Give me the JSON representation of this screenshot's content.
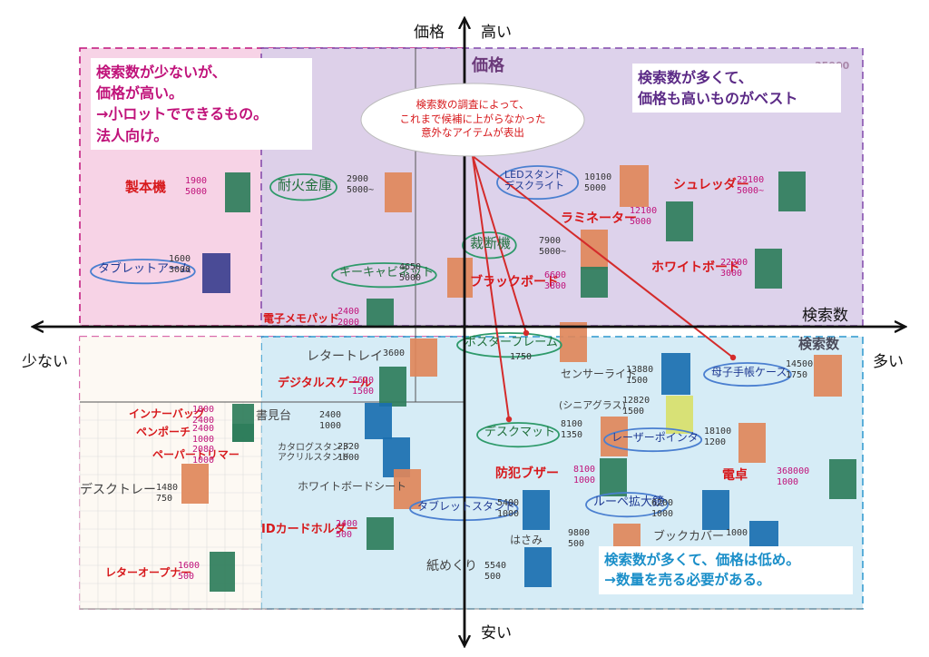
{
  "axes": {
    "y_top_label": "価格",
    "y_top_value": "高い",
    "y_bottom_label": "安い",
    "x_label": "検索数",
    "x_left_label": "少ない",
    "x_right_label": "多い"
  },
  "callouts": {
    "top_left": "検索数が少ないが、\n価格が高い。\n→小ロットでできるもの。\n法人向け。",
    "top_right": "検索数が多くて、\n価格も高いものがベスト",
    "bottom_right": "検索数が多くて、価格は低め。\n→数量を売る必要がある。",
    "bubble": "検索数の調査によって、\nこれまで候補に上がらなかった\n意外なアイテムが表出"
  },
  "board_notes": {
    "price": "価格",
    "search": "検索数",
    "corner_price": "35000"
  },
  "colors": {
    "top_left_zone": "#f7d3e6",
    "top_right_zone": "#dcd0ea",
    "bottom_right_zone": "#d3ebf6",
    "magenta": "#c0127a",
    "purple": "#5b2a86",
    "blue": "#1b8fc9",
    "red_ink": "#d7191c",
    "dark_blue_ink": "#1f3a93",
    "green_ink": "#2e7d32",
    "line": "#d42b2b"
  },
  "items": [
    {
      "label": "製本機",
      "nums": "1900\n5000",
      "style": "red",
      "tag": "green"
    },
    {
      "label": "耐火金庫",
      "nums": "2900\n5000~",
      "style": "circle-green",
      "tag": "orange"
    },
    {
      "label": "タブレットアーム",
      "nums": "1600\n3000",
      "style": "circle-blue",
      "tag": "navy"
    },
    {
      "label": "キーキャビネット",
      "nums": "4650\n5000",
      "style": "circle-green",
      "tag": "orange"
    },
    {
      "label": "LEDスタンド\nデスクライト",
      "nums": "10100\n5000",
      "style": "circle-blue",
      "tag": "orange"
    },
    {
      "label": "シュレッダー",
      "nums": "29100\n5000~",
      "style": "red",
      "tag": "green"
    },
    {
      "label": "ラミネーター",
      "nums": "12100\n5000",
      "style": "red",
      "tag": "green"
    },
    {
      "label": "裁断機",
      "nums": "7900\n5000~",
      "style": "circle-green",
      "tag": "orange"
    },
    {
      "label": "ブラックボード",
      "nums": "6600\n3800",
      "style": "red",
      "tag": "green"
    },
    {
      "label": "ホワイトボード",
      "nums": "22200\n3000",
      "style": "red",
      "tag": "green"
    },
    {
      "label": "電子メモパッド",
      "nums": "2400\n2000",
      "style": "red",
      "tag": "green"
    },
    {
      "label": "レタートレイ",
      "nums": "3600",
      "style": "gray",
      "tag": "orange"
    },
    {
      "label": "ポスターフレーム",
      "nums": "1750",
      "style": "circle-green",
      "tag": "orange"
    },
    {
      "label": "センサーライト",
      "nums": "13880\n1500",
      "style": "gray",
      "tag": "blue"
    },
    {
      "label": "母子手帳ケース",
      "nums": "14500\n1750",
      "style": "circle-blue",
      "tag": "orange"
    },
    {
      "label": "デジタルスケール",
      "nums": "2620\n1500",
      "style": "red",
      "tag": "green"
    },
    {
      "label": "インナーバッグ",
      "nums": "1800\n2400",
      "style": "red",
      "tag": "green"
    },
    {
      "label": "ペンポーチ",
      "nums": "2400\n1000",
      "style": "red",
      "tag": "green"
    },
    {
      "label": "書見台",
      "nums": "2400\n1000",
      "style": "gray",
      "tag": "blue"
    },
    {
      "label": "(シニアグラス)",
      "nums": "12820\n1500",
      "style": "gray",
      "tag": "yellow"
    },
    {
      "label": "デスクマット",
      "nums": "8100\n1350",
      "style": "circle-green",
      "tag": "orange"
    },
    {
      "label": "レーザーポインタ",
      "nums": "18100\n1200",
      "style": "circle-blue",
      "tag": "orange"
    },
    {
      "label": "ペーパートリマー",
      "nums": "2080\n1000",
      "style": "red",
      "tag": "orange"
    },
    {
      "label": "カタログスタンド\nアクリルスタンド",
      "nums": "2320\n1000",
      "style": "gray",
      "tag": "blue"
    },
    {
      "label": "防犯ブザー",
      "nums": "8100\n1000",
      "style": "red",
      "tag": "green"
    },
    {
      "label": "電卓",
      "nums": "368000\n1000",
      "style": "red",
      "tag": "green"
    },
    {
      "label": "デスクトレー",
      "nums": "1480\n750",
      "style": "gray",
      "tag": "orange"
    },
    {
      "label": "ホワイトボードシート",
      "nums": "",
      "style": "gray",
      "tag": "orange"
    },
    {
      "label": "タブレットスタンド",
      "nums": "5400\n1000",
      "style": "circle-blue",
      "tag": "blue"
    },
    {
      "label": "ルーペ拡大鏡",
      "nums": "6200\n1000",
      "style": "circle-blue",
      "tag": "blue"
    },
    {
      "label": "IDカードホルダー",
      "nums": "2400\n500",
      "style": "red",
      "tag": "green"
    },
    {
      "label": "はさみ",
      "nums": "9800\n500",
      "style": "gray",
      "tag": "orange"
    },
    {
      "label": "ブックカバー",
      "nums": "1000",
      "style": "gray",
      "tag": "blue"
    },
    {
      "label": "紙めくり",
      "nums": "5540\n500",
      "style": "gray",
      "tag": "blue"
    },
    {
      "label": "レターオープナー",
      "nums": "1600\n500",
      "style": "red",
      "tag": "green"
    }
  ]
}
